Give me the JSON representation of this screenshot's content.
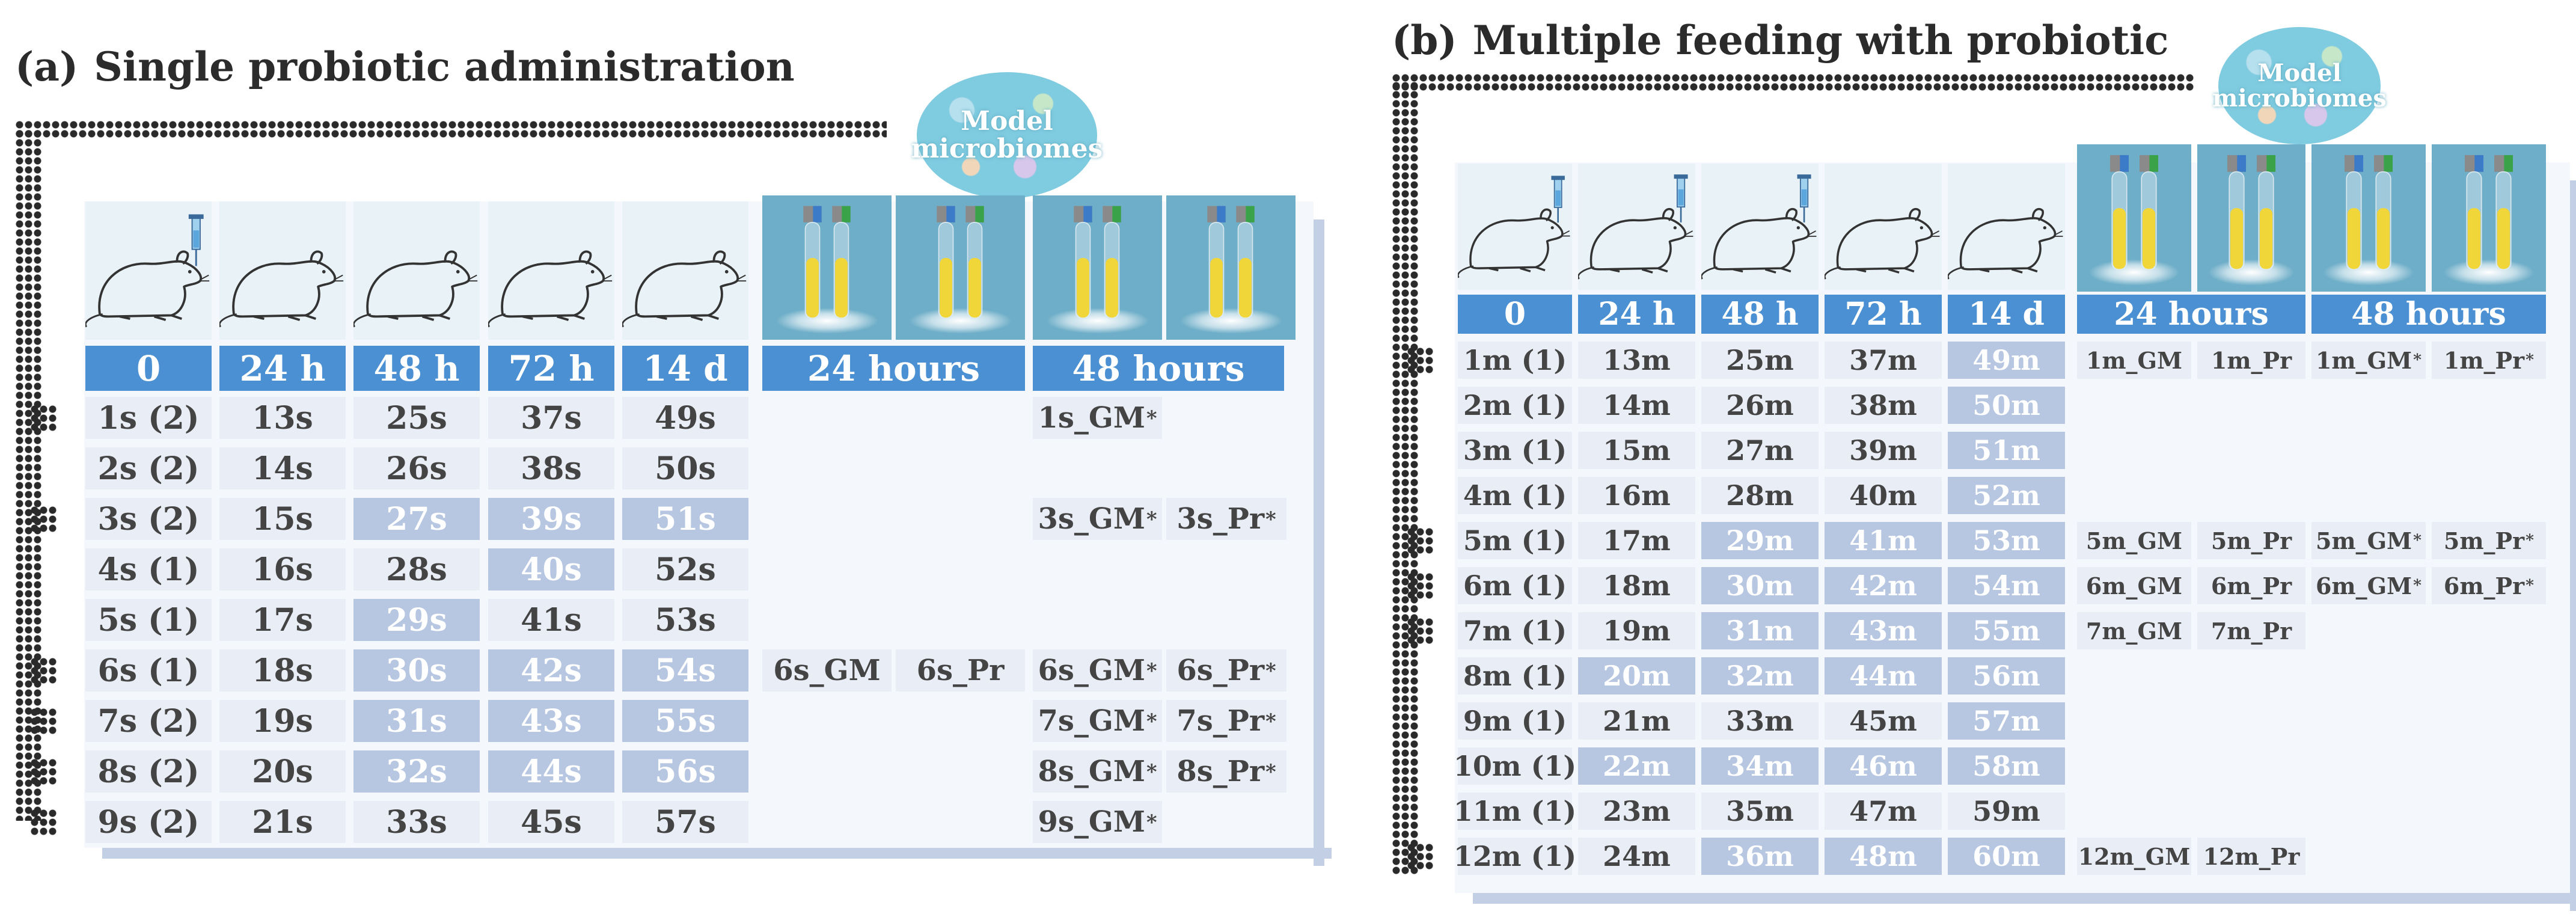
{
  "panel_a": {
    "letter": "(a)",
    "title": "Single probiotic administration",
    "bubble": [
      "Model",
      "microbiomes"
    ],
    "headers": [
      "0",
      "24 h",
      "48 h",
      "72 h",
      "14 d",
      "24 hours",
      "48 hours"
    ],
    "rows": [
      {
        "cells": [
          [
            "1s (2)",
            "l"
          ],
          [
            "13s",
            "l"
          ],
          [
            "25s",
            "l"
          ],
          [
            "37s",
            "l"
          ],
          [
            "49s",
            "l"
          ]
        ],
        "h24": [],
        "h48": [
          [
            "1s_GM",
            "*"
          ]
        ],
        "dot": true
      },
      {
        "cells": [
          [
            "2s (2)",
            "l"
          ],
          [
            "14s",
            "l"
          ],
          [
            "26s",
            "l"
          ],
          [
            "38s",
            "l"
          ],
          [
            "50s",
            "l"
          ]
        ],
        "h24": [],
        "h48": [],
        "dot": false
      },
      {
        "cells": [
          [
            "3s (2)",
            "l"
          ],
          [
            "15s",
            "l"
          ],
          [
            "27s",
            "d"
          ],
          [
            "39s",
            "d"
          ],
          [
            "51s",
            "d"
          ]
        ],
        "h24": [],
        "h48": [
          [
            "3s_GM",
            "*"
          ],
          [
            "3s_Pr",
            "*"
          ]
        ],
        "dot": true
      },
      {
        "cells": [
          [
            "4s (1)",
            "l"
          ],
          [
            "16s",
            "l"
          ],
          [
            "28s",
            "l"
          ],
          [
            "40s",
            "d"
          ],
          [
            "52s",
            "l"
          ]
        ],
        "h24": [],
        "h48": [],
        "dot": false
      },
      {
        "cells": [
          [
            "5s (1)",
            "l"
          ],
          [
            "17s",
            "l"
          ],
          [
            "29s",
            "d"
          ],
          [
            "41s",
            "l"
          ],
          [
            "53s",
            "l"
          ]
        ],
        "h24": [],
        "h48": [],
        "dot": false
      },
      {
        "cells": [
          [
            "6s (1)",
            "l"
          ],
          [
            "18s",
            "l"
          ],
          [
            "30s",
            "d"
          ],
          [
            "42s",
            "d"
          ],
          [
            "54s",
            "d"
          ]
        ],
        "h24": [
          [
            "6s_GM",
            ""
          ],
          [
            "6s_Pr",
            ""
          ]
        ],
        "h48": [
          [
            "6s_GM",
            "*"
          ],
          [
            "6s_Pr",
            "*"
          ]
        ],
        "dot": true
      },
      {
        "cells": [
          [
            "7s (2)",
            "l"
          ],
          [
            "19s",
            "l"
          ],
          [
            "31s",
            "d"
          ],
          [
            "43s",
            "d"
          ],
          [
            "55s",
            "d"
          ]
        ],
        "h24": [],
        "h48": [
          [
            "7s_GM",
            "*"
          ],
          [
            "7s_Pr",
            "*"
          ]
        ],
        "dot": true
      },
      {
        "cells": [
          [
            "8s (2)",
            "l"
          ],
          [
            "20s",
            "l"
          ],
          [
            "32s",
            "d"
          ],
          [
            "44s",
            "d"
          ],
          [
            "56s",
            "d"
          ]
        ],
        "h24": [],
        "h48": [
          [
            "8s_GM",
            "*"
          ],
          [
            "8s_Pr",
            "*"
          ]
        ],
        "dot": true
      },
      {
        "cells": [
          [
            "9s (2)",
            "l"
          ],
          [
            "21s",
            "l"
          ],
          [
            "33s",
            "l"
          ],
          [
            "45s",
            "l"
          ],
          [
            "57s",
            "l"
          ]
        ],
        "h24": [],
        "h48": [
          [
            "9s_GM",
            "*"
          ]
        ],
        "dot": true
      }
    ]
  },
  "panel_b": {
    "letter": "(b)",
    "title": "Multiple feeding with probiotic",
    "bubble": [
      "Model",
      "microbiomes"
    ],
    "headers": [
      "0",
      "24 h",
      "48 h",
      "72 h",
      "14 d",
      "24 hours",
      "48 hours"
    ],
    "rows": [
      {
        "cells": [
          [
            "1m (1)",
            "l"
          ],
          [
            "13m",
            "l"
          ],
          [
            "25m",
            "l"
          ],
          [
            "37m",
            "l"
          ],
          [
            "49m",
            "d"
          ]
        ],
        "h24": [
          [
            "1m_GM",
            ""
          ],
          [
            "1m_Pr",
            ""
          ]
        ],
        "h48": [
          [
            "1m_GM",
            "*"
          ],
          [
            "1m_Pr",
            "*"
          ]
        ],
        "dot": true
      },
      {
        "cells": [
          [
            "2m (1)",
            "l"
          ],
          [
            "14m",
            "l"
          ],
          [
            "26m",
            "l"
          ],
          [
            "38m",
            "l"
          ],
          [
            "50m",
            "d"
          ]
        ],
        "h24": [],
        "h48": [],
        "dot": false
      },
      {
        "cells": [
          [
            "3m (1)",
            "l"
          ],
          [
            "15m",
            "l"
          ],
          [
            "27m",
            "l"
          ],
          [
            "39m",
            "l"
          ],
          [
            "51m",
            "d"
          ]
        ],
        "h24": [],
        "h48": [],
        "dot": false
      },
      {
        "cells": [
          [
            "4m (1)",
            "l"
          ],
          [
            "16m",
            "l"
          ],
          [
            "28m",
            "l"
          ],
          [
            "40m",
            "l"
          ],
          [
            "52m",
            "d"
          ]
        ],
        "h24": [],
        "h48": [],
        "dot": false
      },
      {
        "cells": [
          [
            "5m (1)",
            "l"
          ],
          [
            "17m",
            "l"
          ],
          [
            "29m",
            "d"
          ],
          [
            "41m",
            "d"
          ],
          [
            "53m",
            "d"
          ]
        ],
        "h24": [
          [
            "5m_GM",
            ""
          ],
          [
            "5m_Pr",
            ""
          ]
        ],
        "h48": [
          [
            "5m_GM",
            "*"
          ],
          [
            "5m_Pr",
            "*"
          ]
        ],
        "dot": true
      },
      {
        "cells": [
          [
            "6m (1)",
            "l"
          ],
          [
            "18m",
            "l"
          ],
          [
            "30m",
            "d"
          ],
          [
            "42m",
            "d"
          ],
          [
            "54m",
            "d"
          ]
        ],
        "h24": [
          [
            "6m_GM",
            ""
          ],
          [
            "6m_Pr",
            ""
          ]
        ],
        "h48": [
          [
            "6m_GM",
            "*"
          ],
          [
            "6m_Pr",
            "*"
          ]
        ],
        "dot": true
      },
      {
        "cells": [
          [
            "7m (1)",
            "l"
          ],
          [
            "19m",
            "l"
          ],
          [
            "31m",
            "d"
          ],
          [
            "43m",
            "d"
          ],
          [
            "55m",
            "d"
          ]
        ],
        "h24": [
          [
            "7m_GM",
            ""
          ],
          [
            "7m_Pr",
            ""
          ]
        ],
        "h48": [],
        "dot": true
      },
      {
        "cells": [
          [
            "8m (1)",
            "l"
          ],
          [
            "20m",
            "d"
          ],
          [
            "32m",
            "d"
          ],
          [
            "44m",
            "d"
          ],
          [
            "56m",
            "d"
          ]
        ],
        "h24": [],
        "h48": [],
        "dot": false
      },
      {
        "cells": [
          [
            "9m (1)",
            "l"
          ],
          [
            "21m",
            "l"
          ],
          [
            "33m",
            "l"
          ],
          [
            "45m",
            "l"
          ],
          [
            "57m",
            "d"
          ]
        ],
        "h24": [],
        "h48": [],
        "dot": false
      },
      {
        "cells": [
          [
            "10m (1)",
            "l"
          ],
          [
            "22m",
            "d"
          ],
          [
            "34m",
            "d"
          ],
          [
            "46m",
            "d"
          ],
          [
            "58m",
            "d"
          ]
        ],
        "h24": [],
        "h48": [],
        "dot": false
      },
      {
        "cells": [
          [
            "11m (1)",
            "l"
          ],
          [
            "23m",
            "l"
          ],
          [
            "35m",
            "l"
          ],
          [
            "47m",
            "l"
          ],
          [
            "59m",
            "l"
          ]
        ],
        "h24": [],
        "h48": [],
        "dot": false
      },
      {
        "cells": [
          [
            "12m (1)",
            "l"
          ],
          [
            "24m",
            "l"
          ],
          [
            "36m",
            "d"
          ],
          [
            "48m",
            "d"
          ],
          [
            "60m",
            "d"
          ]
        ],
        "h24": [
          [
            "12m_GM",
            ""
          ],
          [
            "12m_Pr",
            ""
          ]
        ],
        "h48": [],
        "dot": true
      }
    ]
  },
  "colors": {
    "header": "#4a90d2",
    "cell_light": "#e9edf5",
    "cell_dark": "#b7c6e1",
    "slab": "#f4f7fb",
    "slab_shadow": "#c3cfe4"
  }
}
